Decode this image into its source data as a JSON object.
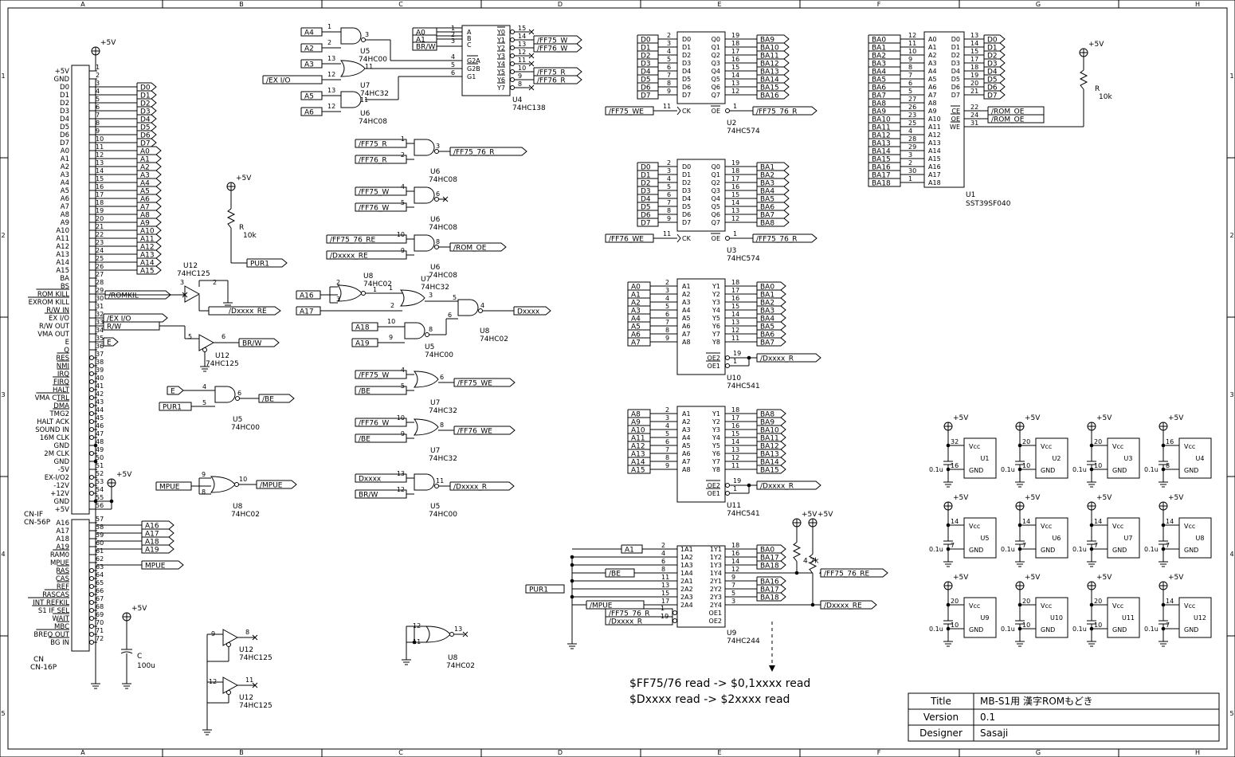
{
  "frame": {
    "columns": [
      "A",
      "B",
      "C",
      "D",
      "E",
      "F",
      "G",
      "H"
    ],
    "rows": [
      "1",
      "2",
      "3",
      "4",
      "5"
    ]
  },
  "power": {
    "vcc": "+5V"
  },
  "connector": {
    "pins": [
      {
        "n": "1",
        "name": "+5V"
      },
      {
        "n": "2",
        "name": "GND"
      },
      {
        "n": "3",
        "name": "D0"
      },
      {
        "n": "4",
        "name": "D1"
      },
      {
        "n": "5",
        "name": "D2"
      },
      {
        "n": "6",
        "name": "D3"
      },
      {
        "n": "7",
        "name": "D4"
      },
      {
        "n": "8",
        "name": "D5"
      },
      {
        "n": "9",
        "name": "D6"
      },
      {
        "n": "10",
        "name": "D7"
      },
      {
        "n": "11",
        "name": "A0"
      },
      {
        "n": "12",
        "name": "A1"
      },
      {
        "n": "13",
        "name": "A2"
      },
      {
        "n": "14",
        "name": "A3"
      },
      {
        "n": "15",
        "name": "A4"
      },
      {
        "n": "16",
        "name": "A5"
      },
      {
        "n": "17",
        "name": "A6"
      },
      {
        "n": "18",
        "name": "A7"
      },
      {
        "n": "19",
        "name": "A8"
      },
      {
        "n": "20",
        "name": "A9"
      },
      {
        "n": "21",
        "name": "A10"
      },
      {
        "n": "22",
        "name": "A11"
      },
      {
        "n": "23",
        "name": "A12"
      },
      {
        "n": "24",
        "name": "A13"
      },
      {
        "n": "25",
        "name": "A14"
      },
      {
        "n": "26",
        "name": "A15"
      },
      {
        "n": "27",
        "name": "BA"
      },
      {
        "n": "28",
        "name": "BS"
      },
      {
        "n": "29",
        "name": "ROM KILL"
      },
      {
        "n": "30",
        "name": "EXROM KILL"
      },
      {
        "n": "31",
        "name": "R/W IN"
      },
      {
        "n": "32",
        "name": "EX I/O"
      },
      {
        "n": "33",
        "name": "R/W OUT"
      },
      {
        "n": "34",
        "name": "VMA OUT"
      },
      {
        "n": "35",
        "name": "E"
      },
      {
        "n": "36",
        "name": "Q"
      },
      {
        "n": "37",
        "name": "RES"
      },
      {
        "n": "38",
        "name": "NMI"
      },
      {
        "n": "39",
        "name": "IRQ"
      },
      {
        "n": "40",
        "name": "FIRQ"
      },
      {
        "n": "41",
        "name": "HALT"
      },
      {
        "n": "42",
        "name": "VMA CTRL"
      },
      {
        "n": "43",
        "name": "DMA"
      },
      {
        "n": "44",
        "name": "TMG2"
      },
      {
        "n": "45",
        "name": "HALT ACK"
      },
      {
        "n": "46",
        "name": "SOUND IN"
      },
      {
        "n": "47",
        "name": "16M CLK"
      },
      {
        "n": "48",
        "name": "GND"
      },
      {
        "n": "49",
        "name": "2M CLK"
      },
      {
        "n": "50",
        "name": "GND"
      },
      {
        "n": "51",
        "name": "-5V"
      },
      {
        "n": "52",
        "name": "EX-I/O2"
      },
      {
        "n": "53",
        "name": "-12V"
      },
      {
        "n": "54",
        "name": "+12V"
      },
      {
        "n": "55",
        "name": "GND"
      },
      {
        "n": "56",
        "name": "+5V"
      }
    ],
    "pins2": [
      {
        "n": "57",
        "name": "A16"
      },
      {
        "n": "58",
        "name": "A17"
      },
      {
        "n": "59",
        "name": "A18"
      },
      {
        "n": "60",
        "name": "A19"
      },
      {
        "n": "61",
        "name": "RAM0"
      },
      {
        "n": "62",
        "name": "MPUE"
      },
      {
        "n": "63",
        "name": "RAS"
      },
      {
        "n": "64",
        "name": "CAS"
      },
      {
        "n": "65",
        "name": "REF"
      },
      {
        "n": "66",
        "name": "RASCAS"
      },
      {
        "n": "67",
        "name": "INT REFKIL"
      },
      {
        "n": "68",
        "name": "S1 IF SEL"
      },
      {
        "n": "69",
        "name": "WAIT"
      },
      {
        "n": "70",
        "name": "MBC"
      },
      {
        "n": "71",
        "name": "BREQ OUT"
      },
      {
        "n": "72",
        "name": "BG IN"
      }
    ],
    "ref1": "CN-IF",
    "part1": "CN-56P",
    "ref2": "CN",
    "part2": "CN-16P"
  },
  "labels": {
    "d": [
      "D0",
      "D1",
      "D2",
      "D3",
      "D4",
      "D5",
      "D6",
      "D7"
    ],
    "a": [
      "A0",
      "A1",
      "A2",
      "A3",
      "A4",
      "A5",
      "A6",
      "A7",
      "A8",
      "A9",
      "A10",
      "A11",
      "A12",
      "A13",
      "A14",
      "A15"
    ],
    "a_hi": [
      "A16",
      "A17",
      "A18",
      "A19"
    ],
    "ba": [
      "BA0",
      "BA1",
      "BA2",
      "BA3",
      "BA4",
      "BA5",
      "BA6",
      "BA7",
      "BA8",
      "BA9",
      "BA10",
      "BA11",
      "BA12",
      "BA13",
      "BA14",
      "BA15",
      "BA16",
      "BA17",
      "BA18"
    ],
    "romkil": "/ROMKIL",
    "dxxxx_re": "/Dxxxx_RE",
    "exio": "/EX I/O",
    "rw": "R/W",
    "e": "E",
    "brw": "BR/W",
    "mpue": "MPUE",
    "nmpue": "/MPUE",
    "pur1": "PUR1",
    "be": "/BE",
    "ff75_w": "/FF75_W",
    "ff76_w": "/FF76_W",
    "ff75_r": "/FF75_R",
    "ff76_r": "/FF76_R",
    "ff75_76_r": "/FF75_76_R",
    "ff75_76_re": "/FF75_76_RE",
    "ff75_we": "/FF75_WE",
    "ff76_we": "/FF76_WE",
    "rom_oe": "/ROM_OE",
    "dxxxx": "Dxxxx",
    "dxxxx_r": "/Dxxxx_R"
  },
  "parts": {
    "hc00": "74HC00",
    "hc02": "74HC02",
    "hc08": "74HC08",
    "hc32": "74HC32",
    "hc125": "74HC125",
    "hc138": "74HC138",
    "hc574": "74HC574",
    "hc541": "74HC541",
    "hc244": "74HC244",
    "flash": "SST39SF040",
    "u1": "U1",
    "u2": "U2",
    "u3": "U3",
    "u4": "U4",
    "u5": "U5",
    "u6": "U6",
    "u7": "U7",
    "u8": "U8",
    "u9": "U9",
    "u10": "U10",
    "u11": "U11",
    "u12": "U12",
    "r": "R",
    "r10k": "10k",
    "r47k": "4.7k",
    "c": "C",
    "c100u": "100u",
    "c01u": "0.1u",
    "vcc": "Vcc",
    "gnd": "GND"
  },
  "notes": [
    "$FF75/76 read -> $0,1xxxx read",
    "$Dxxxx read -> $2xxxx read"
  ],
  "title_block": {
    "title_label": "Title",
    "title": "MB-S1用 漢字ROMもどき",
    "version_label": "Version",
    "version": "0.1",
    "designer_label": "Designer",
    "designer": "Sasaji"
  }
}
